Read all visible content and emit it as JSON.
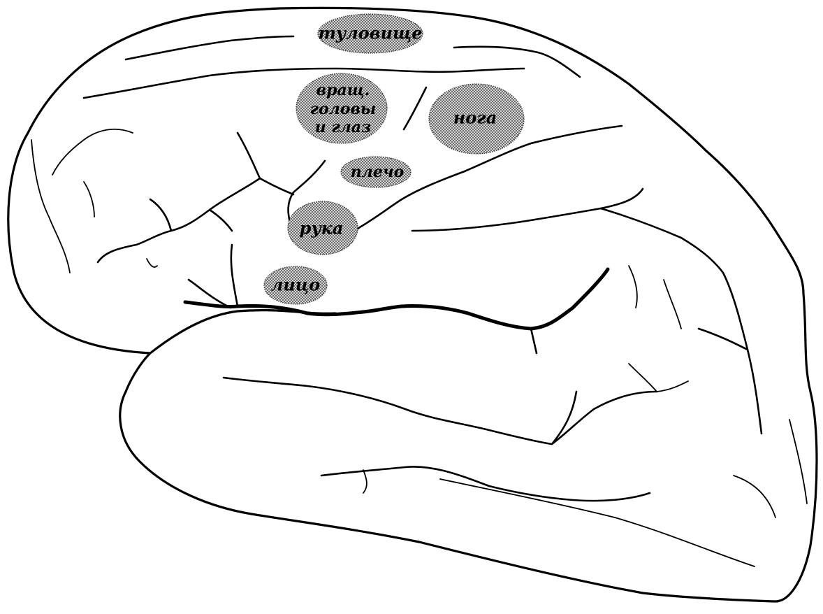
{
  "figure": {
    "zones": {
      "trunk": "туловище",
      "head_eyes_line1": "вращ.",
      "head_eyes_line2": "головы",
      "head_eyes_line3": "и глаз",
      "leg": "нога",
      "shoulder": "плечо",
      "arm": "рука",
      "face": "лицо"
    }
  }
}
